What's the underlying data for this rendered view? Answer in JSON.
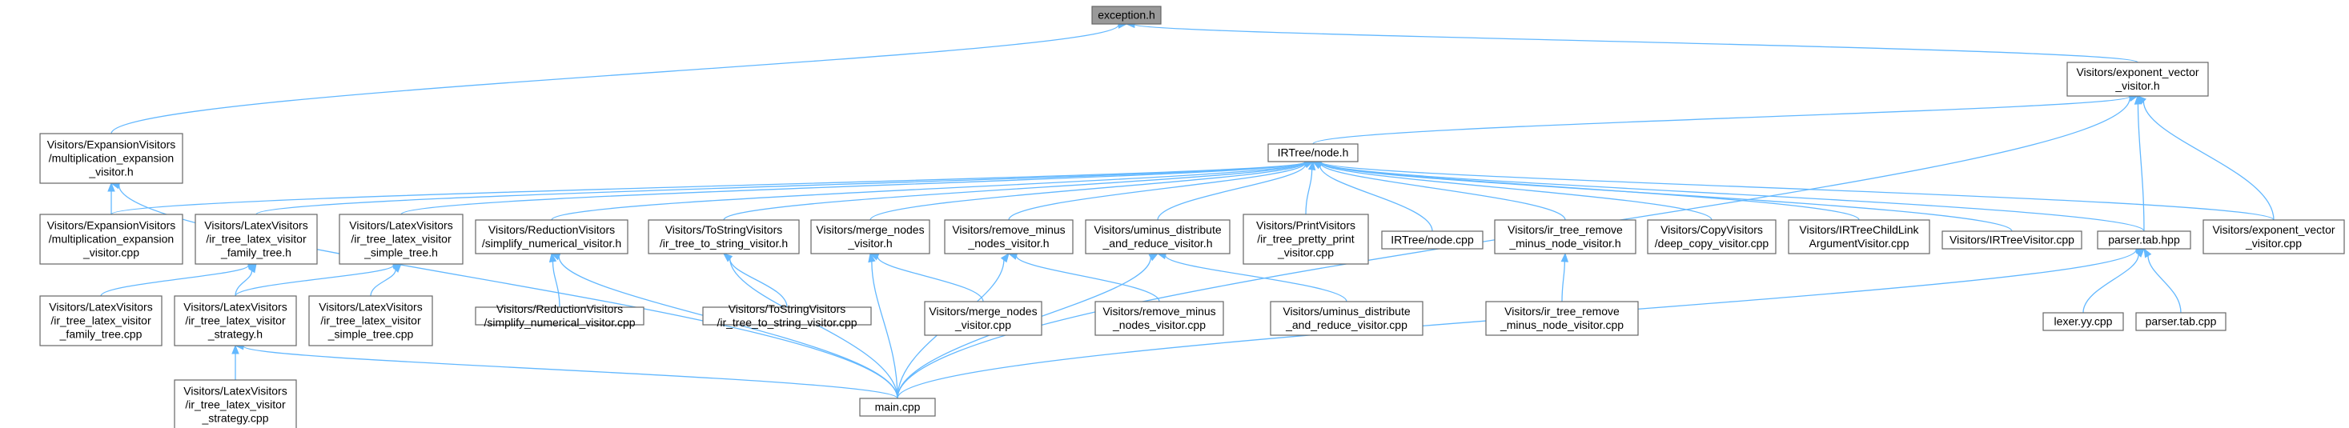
{
  "nodes": [
    {
      "id": "exception",
      "lines": [
        "exception.h"
      ],
      "root": true
    },
    {
      "id": "expvec_h",
      "lines": [
        "Visitors/exponent_vector",
        "_visitor.h"
      ]
    },
    {
      "id": "multexp_h",
      "lines": [
        "Visitors/ExpansionVisitors",
        "/multiplication_expansion",
        "_visitor.h"
      ]
    },
    {
      "id": "node_h",
      "lines": [
        "IRTree/node.h"
      ]
    },
    {
      "id": "multexp_cpp",
      "lines": [
        "Visitors/ExpansionVisitors",
        "/multiplication_expansion",
        "_visitor.cpp"
      ]
    },
    {
      "id": "latex_family_h",
      "lines": [
        "Visitors/LatexVisitors",
        "/ir_tree_latex_visitor",
        "_family_tree.h"
      ]
    },
    {
      "id": "latex_simple_h",
      "lines": [
        "Visitors/LatexVisitors",
        "/ir_tree_latex_visitor",
        "_simple_tree.h"
      ]
    },
    {
      "id": "reduction_h",
      "lines": [
        "Visitors/ReductionVisitors",
        "/simplify_numerical_visitor.h"
      ]
    },
    {
      "id": "tostring_h",
      "lines": [
        "Visitors/ToStringVisitors",
        "/ir_tree_to_string_visitor.h"
      ]
    },
    {
      "id": "merge_h",
      "lines": [
        "Visitors/merge_nodes",
        "_visitor.h"
      ]
    },
    {
      "id": "removeminus_h",
      "lines": [
        "Visitors/remove_minus",
        "_nodes_visitor.h"
      ]
    },
    {
      "id": "uminus_h",
      "lines": [
        "Visitors/uminus_distribute",
        "_and_reduce_visitor.h"
      ]
    },
    {
      "id": "print_cpp",
      "lines": [
        "Visitors/PrintVisitors",
        "/ir_tree_pretty_print",
        "_visitor.cpp"
      ]
    },
    {
      "id": "node_cpp",
      "lines": [
        "IRTree/node.cpp"
      ]
    },
    {
      "id": "irremove_h",
      "lines": [
        "Visitors/ir_tree_remove",
        "_minus_node_visitor.h"
      ]
    },
    {
      "id": "copy_cpp",
      "lines": [
        "Visitors/CopyVisitors",
        "/deep_copy_visitor.cpp"
      ]
    },
    {
      "id": "childlink_cpp",
      "lines": [
        "Visitors/IRTreeChildLink",
        "ArgumentVisitor.cpp"
      ]
    },
    {
      "id": "irtreevisitor_cpp",
      "lines": [
        "Visitors/IRTreeVisitor.cpp"
      ]
    },
    {
      "id": "parser_hpp",
      "lines": [
        "parser.tab.hpp"
      ]
    },
    {
      "id": "expvec_cpp",
      "lines": [
        "Visitors/exponent_vector",
        "_visitor.cpp"
      ]
    },
    {
      "id": "latex_family_cpp",
      "lines": [
        "Visitors/LatexVisitors",
        "/ir_tree_latex_visitor",
        "_family_tree.cpp"
      ]
    },
    {
      "id": "latex_strategy_h",
      "lines": [
        "Visitors/LatexVisitors",
        "/ir_tree_latex_visitor",
        "_strategy.h"
      ]
    },
    {
      "id": "latex_simple_cpp",
      "lines": [
        "Visitors/LatexVisitors",
        "/ir_tree_latex_visitor",
        "_simple_tree.cpp"
      ]
    },
    {
      "id": "reduction_cpp",
      "lines": [
        "Visitors/ReductionVisitors",
        "/simplify_numerical_visitor.cpp"
      ]
    },
    {
      "id": "tostring_cpp",
      "lines": [
        "Visitors/ToStringVisitors",
        "/ir_tree_to_string_visitor.cpp"
      ]
    },
    {
      "id": "merge_cpp",
      "lines": [
        "Visitors/merge_nodes",
        "_visitor.cpp"
      ]
    },
    {
      "id": "removeminus_cpp",
      "lines": [
        "Visitors/remove_minus",
        "_nodes_visitor.cpp"
      ]
    },
    {
      "id": "uminus_cpp",
      "lines": [
        "Visitors/uminus_distribute",
        "_and_reduce_visitor.cpp"
      ]
    },
    {
      "id": "irremove_cpp",
      "lines": [
        "Visitors/ir_tree_remove",
        "_minus_node_visitor.cpp"
      ]
    },
    {
      "id": "lexer_cpp",
      "lines": [
        "lexer.yy.cpp"
      ]
    },
    {
      "id": "parser_cpp",
      "lines": [
        "parser.tab.cpp"
      ]
    },
    {
      "id": "latex_strategy_cpp",
      "lines": [
        "Visitors/LatexVisitors",
        "/ir_tree_latex_visitor",
        "_strategy.cpp"
      ]
    },
    {
      "id": "main_cpp",
      "lines": [
        "main.cpp"
      ]
    }
  ],
  "edges": [
    [
      "expvec_h",
      "exception"
    ],
    [
      "multexp_h",
      "exception"
    ],
    [
      "node_h",
      "expvec_h"
    ],
    [
      "parser_hpp",
      "expvec_h"
    ],
    [
      "expvec_cpp",
      "expvec_h"
    ],
    [
      "main_cpp",
      "expvec_h"
    ],
    [
      "multexp_cpp",
      "multexp_h"
    ],
    [
      "main_cpp",
      "multexp_h"
    ],
    [
      "multexp_cpp",
      "node_h"
    ],
    [
      "latex_family_h",
      "node_h"
    ],
    [
      "latex_simple_h",
      "node_h"
    ],
    [
      "reduction_h",
      "node_h"
    ],
    [
      "tostring_h",
      "node_h"
    ],
    [
      "merge_h",
      "node_h"
    ],
    [
      "removeminus_h",
      "node_h"
    ],
    [
      "uminus_h",
      "node_h"
    ],
    [
      "print_cpp",
      "node_h"
    ],
    [
      "node_cpp",
      "node_h"
    ],
    [
      "irremove_h",
      "node_h"
    ],
    [
      "copy_cpp",
      "node_h"
    ],
    [
      "childlink_cpp",
      "node_h"
    ],
    [
      "irtreevisitor_cpp",
      "node_h"
    ],
    [
      "parser_hpp",
      "node_h"
    ],
    [
      "expvec_cpp",
      "node_h"
    ],
    [
      "latex_family_cpp",
      "latex_family_h"
    ],
    [
      "latex_strategy_h",
      "latex_family_h"
    ],
    [
      "latex_strategy_h",
      "latex_simple_h"
    ],
    [
      "latex_simple_cpp",
      "latex_simple_h"
    ],
    [
      "reduction_cpp",
      "reduction_h"
    ],
    [
      "main_cpp",
      "reduction_h"
    ],
    [
      "tostring_cpp",
      "tostring_h"
    ],
    [
      "main_cpp",
      "tostring_h"
    ],
    [
      "merge_cpp",
      "merge_h"
    ],
    [
      "main_cpp",
      "merge_h"
    ],
    [
      "removeminus_cpp",
      "removeminus_h"
    ],
    [
      "main_cpp",
      "removeminus_h"
    ],
    [
      "uminus_cpp",
      "uminus_h"
    ],
    [
      "main_cpp",
      "uminus_h"
    ],
    [
      "irremove_cpp",
      "irremove_h"
    ],
    [
      "lexer_cpp",
      "parser_hpp"
    ],
    [
      "parser_cpp",
      "parser_hpp"
    ],
    [
      "main_cpp",
      "parser_hpp"
    ],
    [
      "latex_strategy_cpp",
      "latex_strategy_h"
    ],
    [
      "main_cpp",
      "latex_strategy_h"
    ]
  ],
  "colors": {
    "edge": "#63b8ff",
    "node_border": "#666666",
    "root_fill": "#999999",
    "node_fill": "#ffffff"
  }
}
